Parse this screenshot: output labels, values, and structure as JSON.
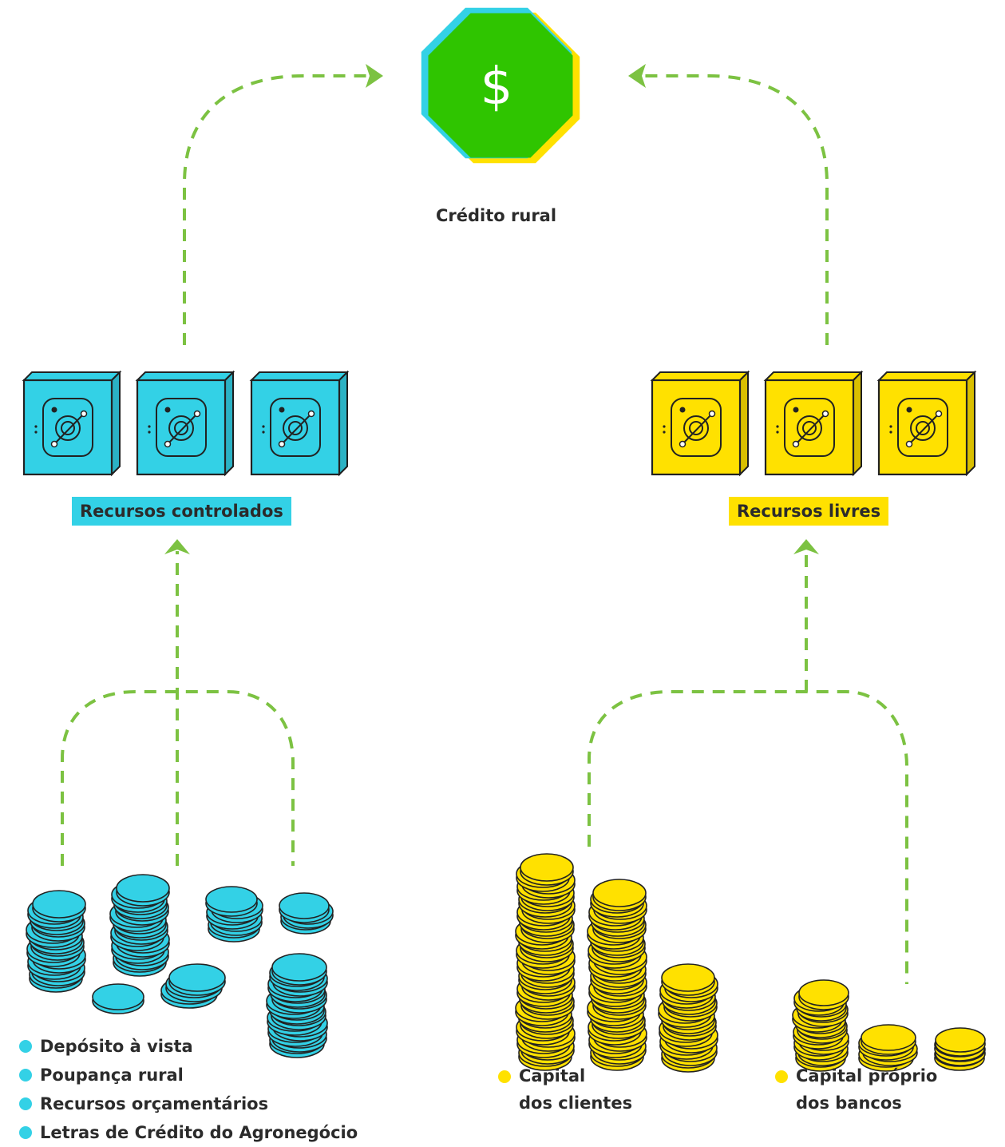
{
  "colors": {
    "arrow": "#7cc242",
    "controlled": "#33d1e6",
    "free": "#ffe100",
    "credit": "#2fc500",
    "outline": "#222222"
  },
  "center": {
    "icon": "dollar-icon",
    "symbol": "$",
    "label": "Crédito rural"
  },
  "left": {
    "title": "Recursos controlados",
    "safe_icon": "safe-icon",
    "safe_count": 3,
    "coins_icon": "coin-stack-icon",
    "legend": [
      "Depósito à vista",
      "Poupança rural",
      "Recursos orçamentários",
      "Letras de Crédito do Agronegócio"
    ]
  },
  "right": {
    "title": "Recursos livres",
    "safe_icon": "safe-icon",
    "safe_count": 3,
    "coins_icon": "coin-stack-icon",
    "legend": [
      {
        "line1": "Capital",
        "line2": "dos clientes"
      },
      {
        "line1": "Capital próprio",
        "line2": "dos bancos"
      }
    ]
  }
}
